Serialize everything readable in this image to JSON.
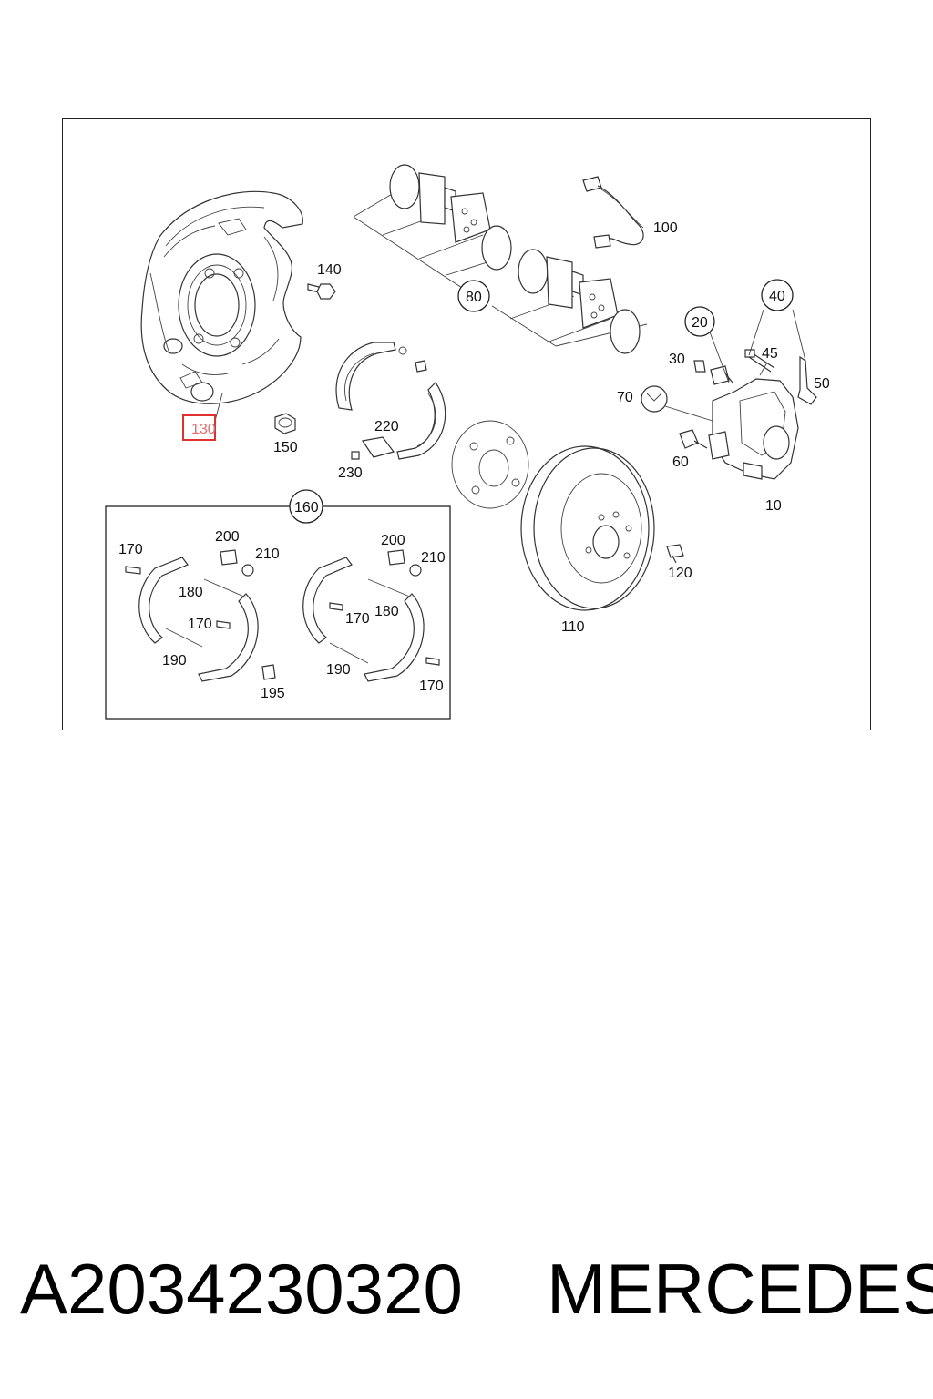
{
  "diagram": {
    "labels": {
      "l10": "10",
      "l20": "20",
      "l30": "30",
      "l40": "40",
      "l45": "45",
      "l50": "50",
      "l60": "60",
      "l70": "70",
      "l80": "80",
      "l100": "100",
      "l110": "110",
      "l120": "120",
      "l130": "130",
      "l140": "140",
      "l150": "150",
      "l160": "160",
      "l170a": "170",
      "l170b": "170",
      "l170c": "170",
      "l170d": "170",
      "l180a": "180",
      "l180b": "180",
      "l190a": "190",
      "l190b": "190",
      "l195": "195",
      "l200a": "200",
      "l200b": "200",
      "l210a": "210",
      "l210b": "210",
      "l220": "220",
      "l230": "230"
    },
    "highlight_color": "#e03030"
  },
  "caption": {
    "part_number": "A2034230320",
    "brand": "MERCEDES"
  }
}
